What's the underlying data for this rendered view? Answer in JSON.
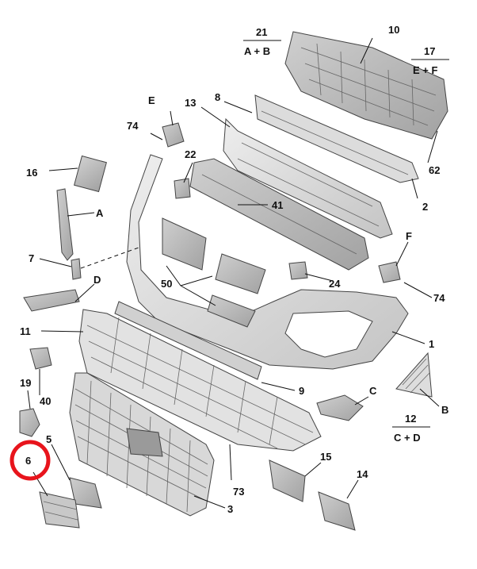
{
  "callouts": {
    "n1": "1",
    "n2": "2",
    "n3": "3",
    "n5": "5",
    "n6": "6",
    "n7": "7",
    "n8": "8",
    "n9": "9",
    "n10": "10",
    "n11": "11",
    "n13": "13",
    "n14": "14",
    "n15": "15",
    "n16": "16",
    "n19": "19",
    "n22": "22",
    "n24": "24",
    "n40": "40",
    "n41": "41",
    "n50": "50",
    "n62": "62",
    "n73": "73",
    "n74a": "74",
    "n74b": "74",
    "A": "A",
    "B": "B",
    "C": "C",
    "D": "D",
    "E": "E",
    "F": "F"
  },
  "groups": {
    "g21_num": "21",
    "g21_text": "A + B",
    "g17_num": "17",
    "g17_text": "E + F",
    "g12_num": "12",
    "g12_text": "C + D"
  },
  "colors": {
    "highlight_ring": "#e8141c",
    "part_fill": "#d6d6d6",
    "part_dark": "#b4b4b4"
  }
}
